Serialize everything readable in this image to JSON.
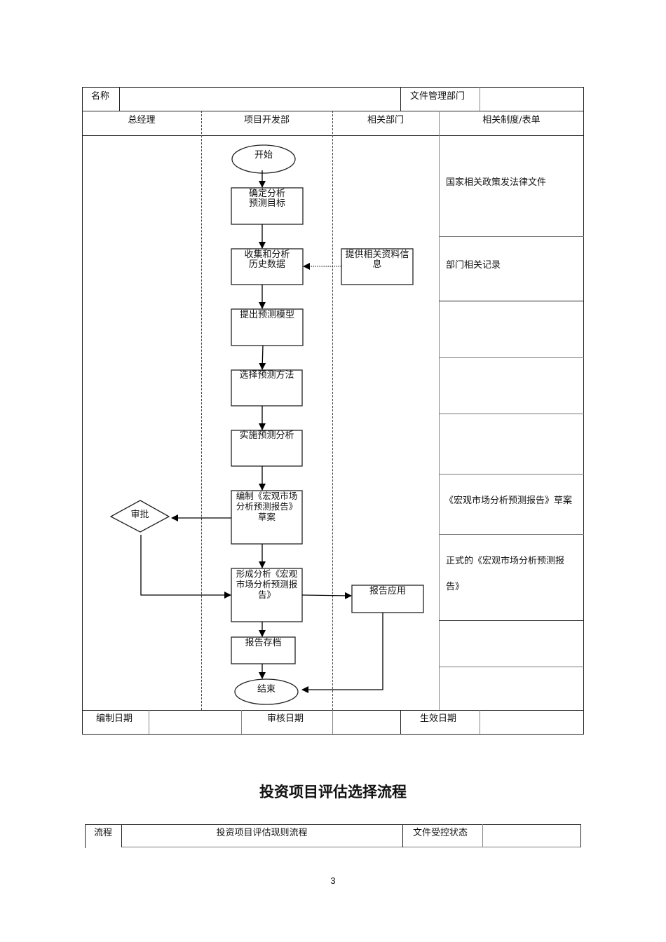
{
  "header_table": {
    "name_label": "名称",
    "name_value": "",
    "dept_label": "文件管理部门",
    "dept_value": ""
  },
  "lanes": [
    {
      "label": "总经理"
    },
    {
      "label": "项目开发部"
    },
    {
      "label": "相关部门"
    },
    {
      "label": "相关制度/表单"
    }
  ],
  "flow_nodes": {
    "start": "开始",
    "determine_goal": [
      "确定分析",
      "预测目标"
    ],
    "collect_data": [
      "收集和分析",
      "历史数据"
    ],
    "provide_info": [
      "提供相关资料信",
      "息"
    ],
    "propose_model": [
      "提出预测模型"
    ],
    "select_method": [
      "选择预测方法"
    ],
    "implement_analysis": [
      "实施预测分析"
    ],
    "draft_report": [
      "编制《宏观市场",
      "分析预测报告》",
      "草案"
    ],
    "approve": "审批",
    "form_report": [
      "形成分析《宏观",
      "市场分析预测报",
      "告》"
    ],
    "report_apply": [
      "报告应用"
    ],
    "archive": [
      "报告存档"
    ],
    "end": "结束"
  },
  "documents_column": [
    {
      "text": "国家相关政策发法律文件"
    },
    {
      "text": "部门相关记录"
    },
    {
      "text": ""
    },
    {
      "text": ""
    },
    {
      "text": ""
    },
    {
      "text": "《宏观市场分析预测报告》草案"
    },
    {
      "text_lines": [
        "正式的《宏观市场分析预测报",
        "告》"
      ]
    },
    {
      "text": ""
    },
    {
      "text": ""
    }
  ],
  "footer_table": {
    "compile_date_label": "编制日期",
    "compile_date_value": "",
    "review_date_label": "审核日期",
    "review_date_value": "",
    "effective_date_label": "生效日期",
    "effective_date_value": ""
  },
  "second_section": {
    "title": "投资项目评估选择流程",
    "process_label": "流程",
    "process_value": "投资项目评估现则流程",
    "control_label": "文件受控状态",
    "control_value": ""
  },
  "page_number": "3"
}
